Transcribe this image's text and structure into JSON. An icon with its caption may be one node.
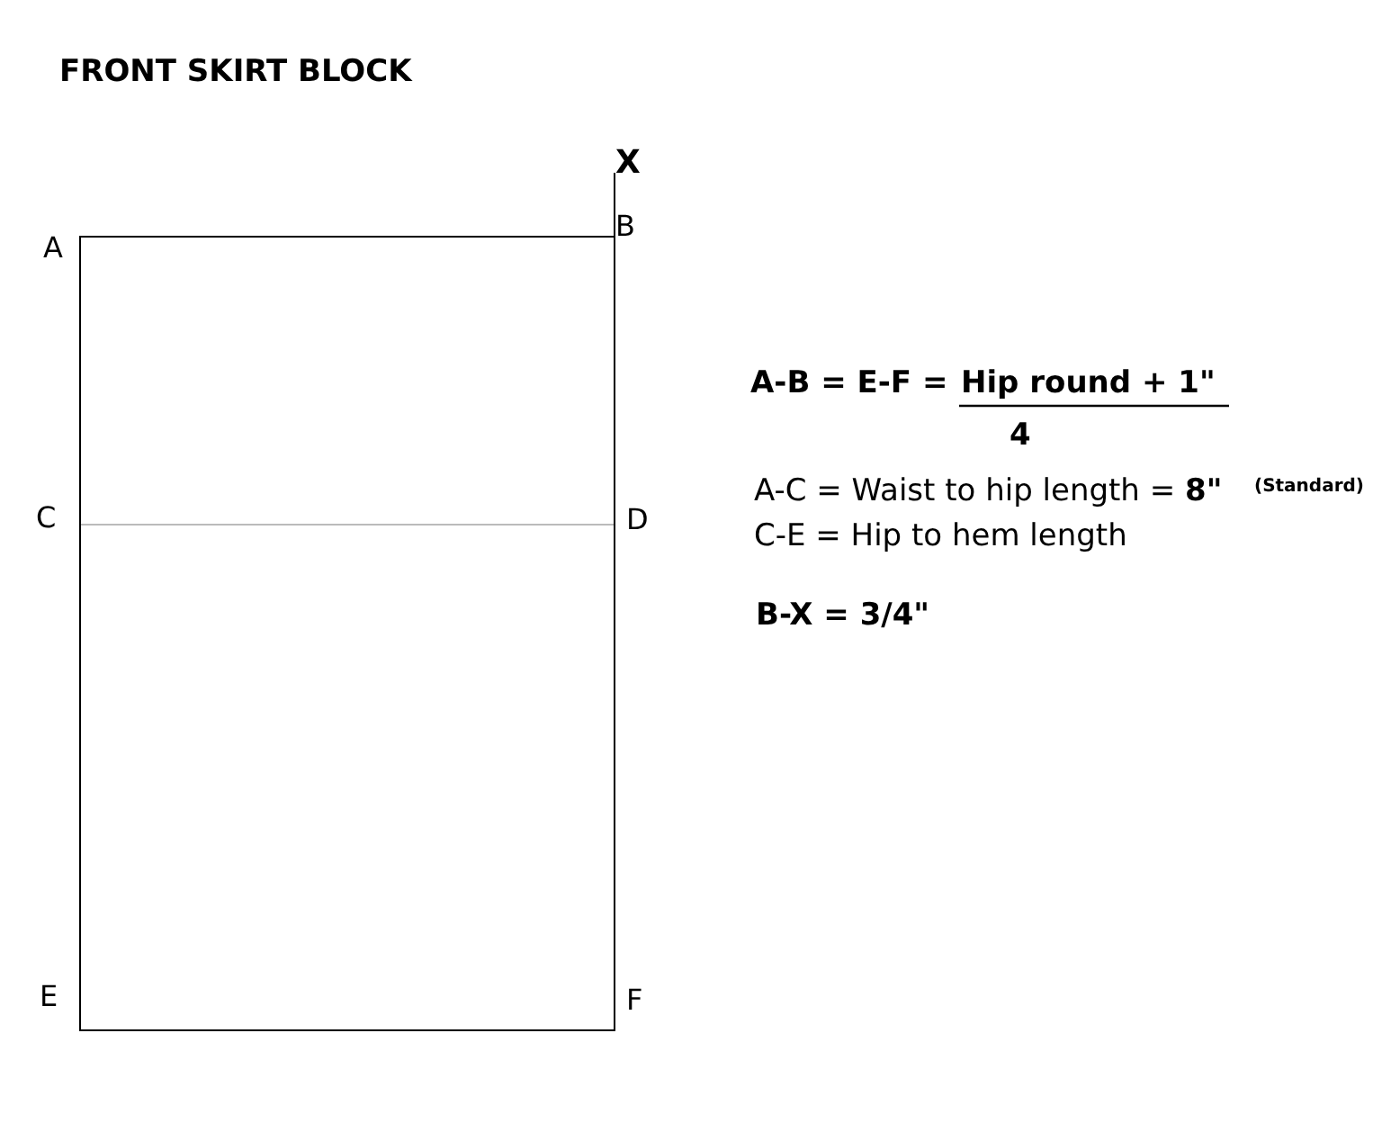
{
  "diagram": {
    "title": "FRONT SKIRT BLOCK",
    "labels": [
      "X",
      "A",
      "B",
      "C",
      "D",
      "E",
      "F",
      "A-B = E-F =",
      "Hip round + 1\"",
      "4",
      "A-C = Waist to hip length = **8\"**",
      "(Standard)",
      "C-E = Hip to hem length",
      "B-X = 3/4\""
    ]
  }
}
